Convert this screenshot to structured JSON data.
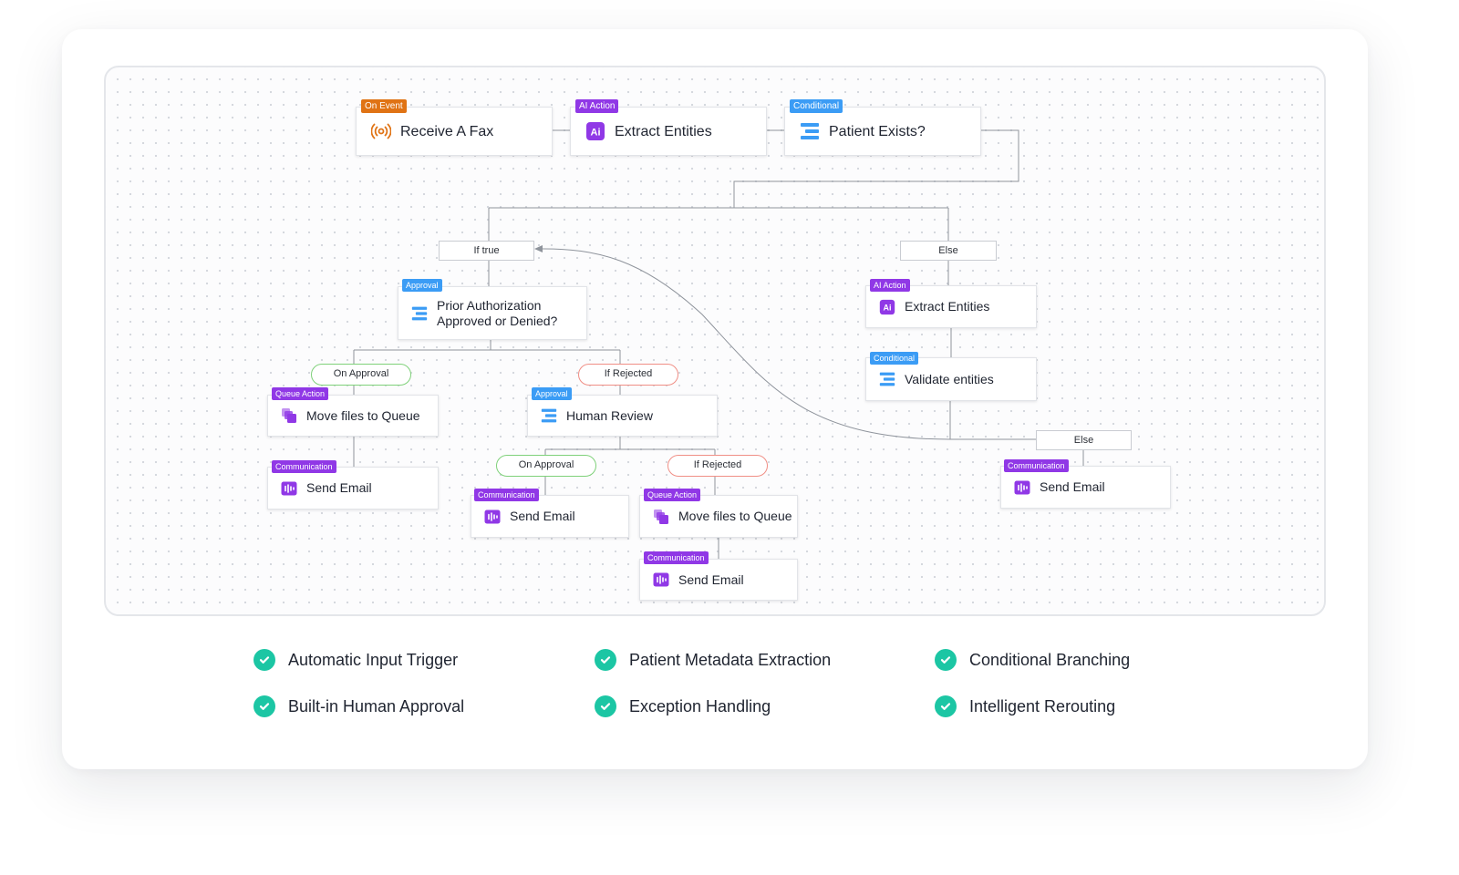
{
  "workflow": {
    "trigger": {
      "tag": "On Event",
      "label": "Receive A Fax",
      "icon": "radio-wave-icon"
    },
    "extract1": {
      "tag": "AI Action",
      "label": "Extract Entities",
      "icon": "ai-icon"
    },
    "condition": {
      "tag": "Conditional",
      "label": "Patient Exists?",
      "icon": "conditional-icon"
    },
    "if_true": "If true",
    "else1": "Else",
    "approval": {
      "tag": "Approval",
      "label_line1": "Prior Authorization",
      "label_line2": "Approved or Denied?",
      "icon": "conditional-icon"
    },
    "on_approval1": "On Approval",
    "if_rejected1": "If Rejected",
    "queue1": {
      "tag": "Queue Action",
      "label": "Move files to Queue",
      "icon": "queue-icon"
    },
    "email1": {
      "tag": "Communication",
      "label": "Send Email",
      "icon": "email-icon"
    },
    "human_review": {
      "tag": "Approval",
      "label": "Human Review",
      "icon": "conditional-icon"
    },
    "on_approval2": "On Approval",
    "if_rejected2": "If Rejected",
    "email2": {
      "tag": "Communication",
      "label": "Send Email",
      "icon": "email-icon"
    },
    "queue2": {
      "tag": "Queue Action",
      "label": "Move files to Queue",
      "icon": "queue-icon"
    },
    "email3": {
      "tag": "Communication",
      "label": "Send Email",
      "icon": "email-icon"
    },
    "extract2": {
      "tag": "AI Action",
      "label": "Extract Entities",
      "icon": "ai-icon"
    },
    "validate": {
      "tag": "Conditional",
      "label": "Validate entities",
      "icon": "conditional-icon"
    },
    "else2": "Else",
    "email4": {
      "tag": "Communication",
      "label": "Send Email",
      "icon": "email-icon"
    }
  },
  "features": [
    "Automatic Input Trigger",
    "Patient Metadata Extraction",
    "Conditional Branching",
    "Built-in Human Approval",
    "Exception Handling",
    "Intelligent Rerouting"
  ],
  "colors": {
    "on_event": "#e07314",
    "ai_action": "#9038e6",
    "conditional": "#3b9cf5",
    "approval": "#3b9cf5",
    "queue_action": "#9038e6",
    "communication": "#9038e6",
    "approve_pill": "#7fd17a",
    "reject_pill": "#f08f86",
    "check": "#1cc6a4"
  }
}
